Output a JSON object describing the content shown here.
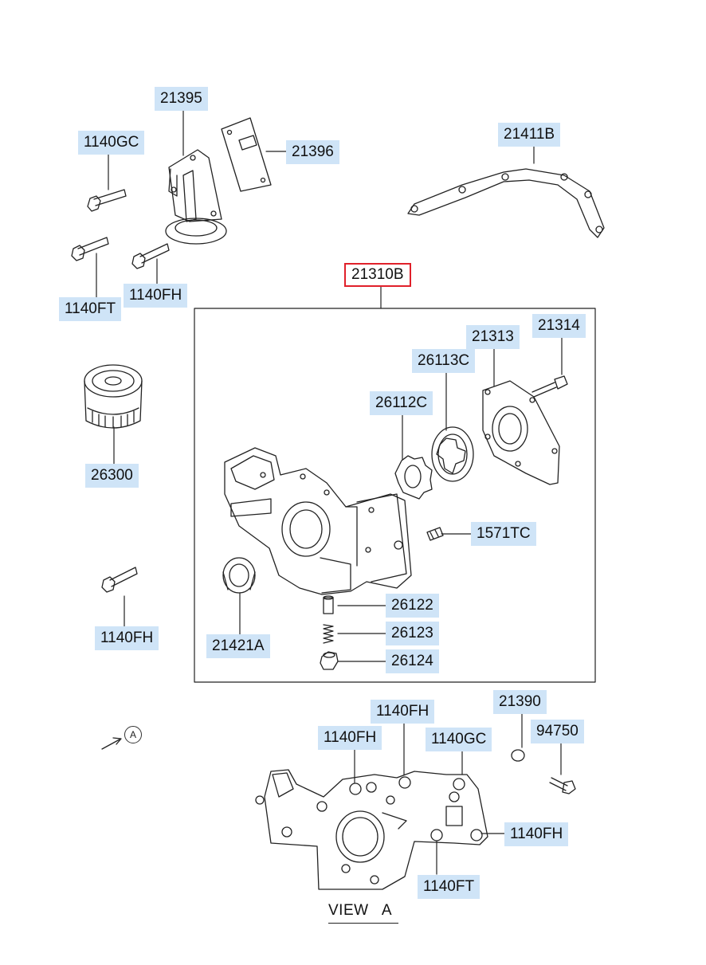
{
  "diagram": {
    "labels": {
      "p21395": "21395",
      "p21396": "21396",
      "p1140GC_top": "1140GC",
      "p21411B": "21411B",
      "p1140FT_top": "1140FT",
      "p1140FH_top": "1140FH",
      "p21310B": "21310B",
      "p21313": "21313",
      "p21314": "21314",
      "p26113C": "26113C",
      "p26112C": "26112C",
      "p26300": "26300",
      "p1571TC": "1571TC",
      "p1140FH_mid": "1140FH",
      "p26122": "26122",
      "p26123": "26123",
      "p21421A": "21421A",
      "p26124": "26124",
      "p1140FH_b1": "1140FH",
      "p21390": "21390",
      "p1140FH_b2": "1140FH",
      "p1140GC_bottom": "1140GC",
      "p94750": "94750",
      "p1140FH_b3": "1140FH",
      "p1140FT_bottom": "1140FT"
    },
    "selected_part": "21310B",
    "view_marker": "A",
    "view_title": "VIEW   A",
    "colors": {
      "label_bg": "#cfe4f7",
      "selected_border": "#e0202a",
      "line": "#222222"
    }
  }
}
